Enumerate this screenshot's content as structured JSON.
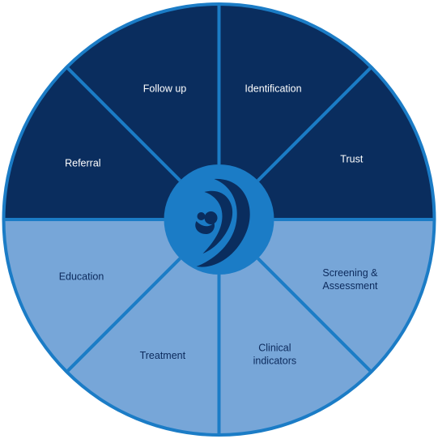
{
  "segments": [
    {
      "id": "follow-up",
      "lines": [
        "Follow up"
      ],
      "tone": "dark"
    },
    {
      "id": "identification",
      "lines": [
        "Identification"
      ],
      "tone": "dark"
    },
    {
      "id": "trust",
      "lines": [
        "Trust"
      ],
      "tone": "dark"
    },
    {
      "id": "screening-assessment",
      "lines": [
        "Screening &",
        "Assessment"
      ],
      "tone": "light"
    },
    {
      "id": "clinical-indicators",
      "lines": [
        "Clinical",
        "indicators"
      ],
      "tone": "light"
    },
    {
      "id": "treatment",
      "lines": [
        "Treatment"
      ],
      "tone": "light"
    },
    {
      "id": "education",
      "lines": [
        "Education"
      ],
      "tone": "light"
    },
    {
      "id": "referral",
      "lines": [
        "Referral"
      ],
      "tone": "dark"
    }
  ],
  "colors": {
    "dark_fill": "#0a2d5e",
    "light_fill": "#77a6d8",
    "border": "#1b7cc6",
    "hub": "#1b7cc6",
    "logo": "#0a2d5e"
  },
  "hub": {
    "icon": "mother-and-child-logo-icon"
  }
}
